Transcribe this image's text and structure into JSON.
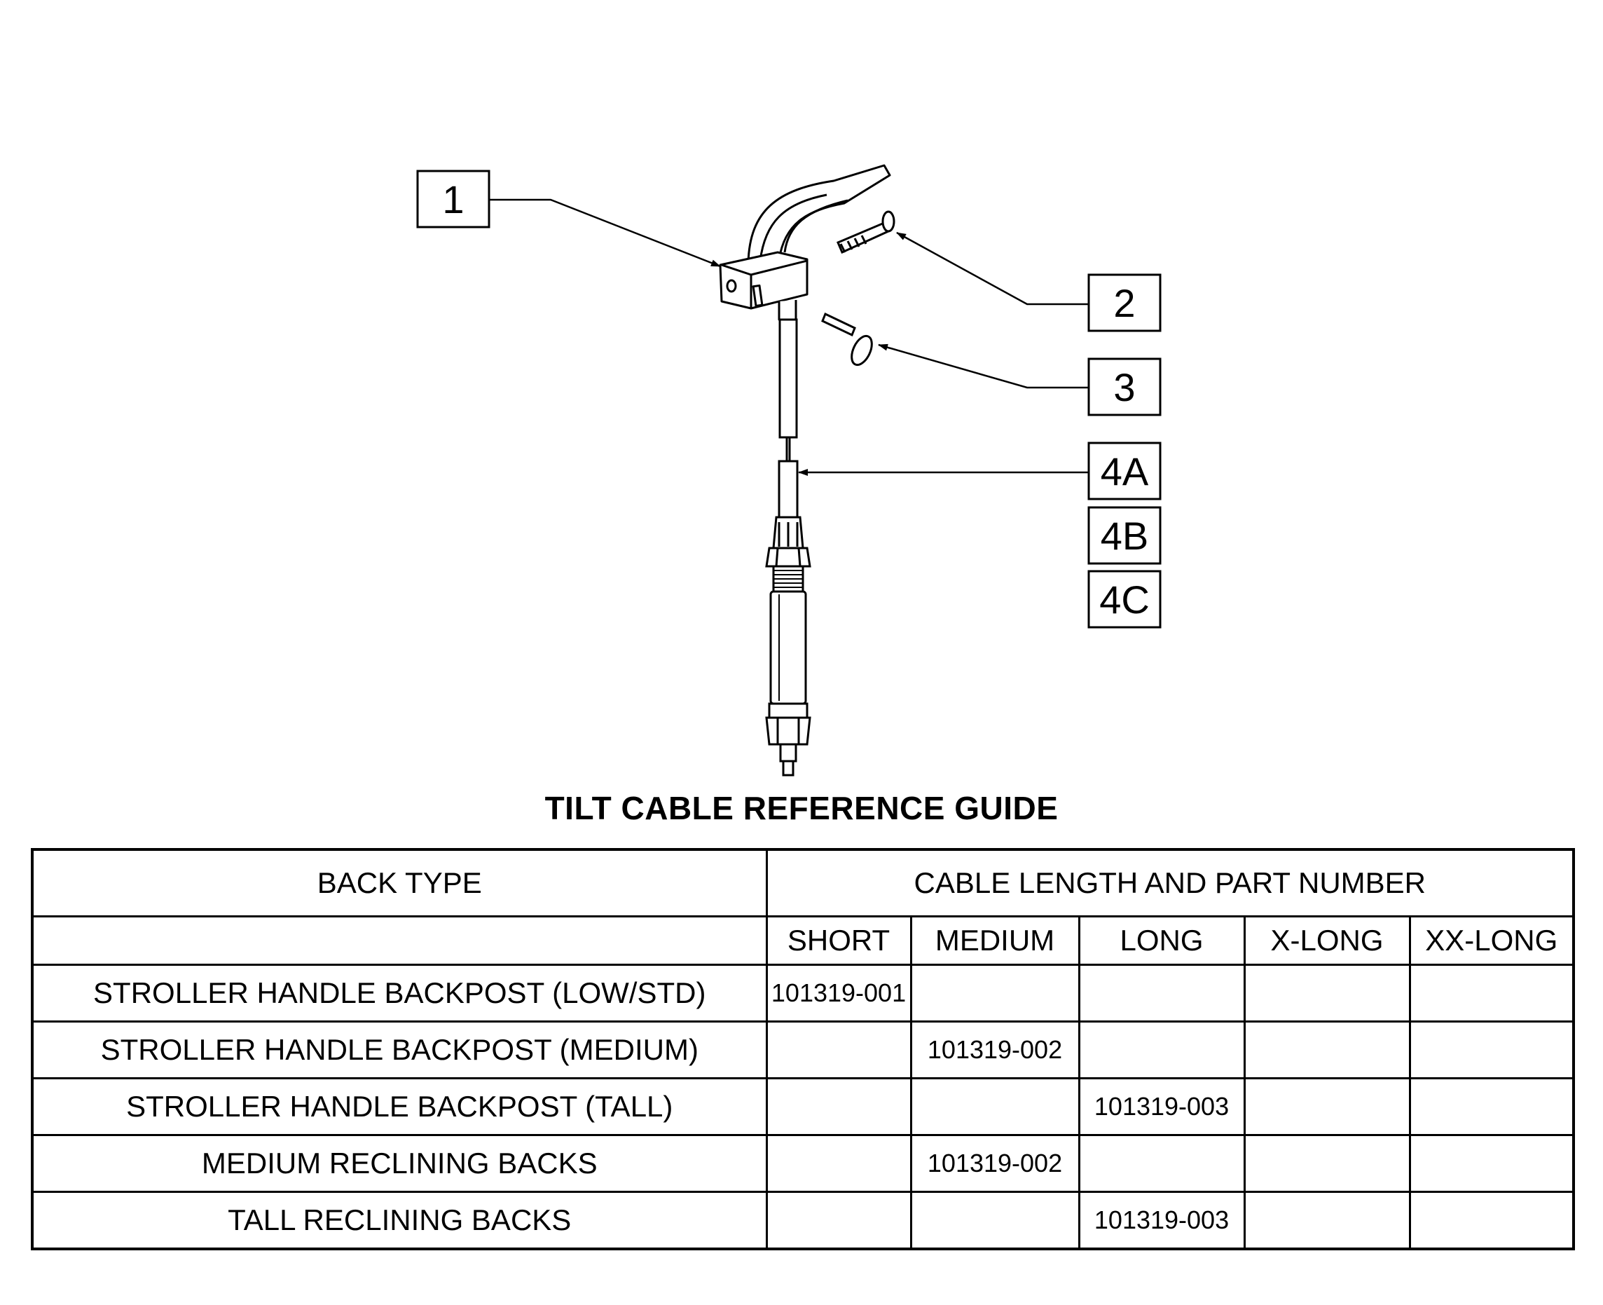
{
  "callouts": [
    {
      "id": "callout-1",
      "label": "1"
    },
    {
      "id": "callout-2",
      "label": "2"
    },
    {
      "id": "callout-3",
      "label": "3"
    },
    {
      "id": "callout-4a",
      "label": "4A"
    },
    {
      "id": "callout-4b",
      "label": "4B"
    },
    {
      "id": "callout-4c",
      "label": "4C"
    }
  ],
  "guide": {
    "title": "TILT CABLE REFERENCE GUIDE",
    "back_type_header": "BACK TYPE",
    "cable_header": "CABLE LENGTH AND PART NUMBER",
    "lengths": [
      "SHORT",
      "MEDIUM",
      "LONG",
      "X-LONG",
      "XX-LONG"
    ],
    "rows": [
      {
        "back_type": "STROLLER HANDLE BACKPOST (LOW/STD)",
        "cells": [
          "101319-001",
          "",
          "",
          "",
          ""
        ]
      },
      {
        "back_type": "STROLLER HANDLE BACKPOST (MEDIUM)",
        "cells": [
          "",
          "101319-002",
          "",
          "",
          ""
        ]
      },
      {
        "back_type": "STROLLER HANDLE BACKPOST (TALL)",
        "cells": [
          "",
          "",
          "101319-003",
          "",
          ""
        ]
      },
      {
        "back_type": "MEDIUM RECLINING BACKS",
        "cells": [
          "",
          "101319-002",
          "",
          "",
          ""
        ]
      },
      {
        "back_type": "TALL RECLINING BACKS",
        "cells": [
          "",
          "",
          "101319-003",
          "",
          ""
        ]
      }
    ]
  }
}
